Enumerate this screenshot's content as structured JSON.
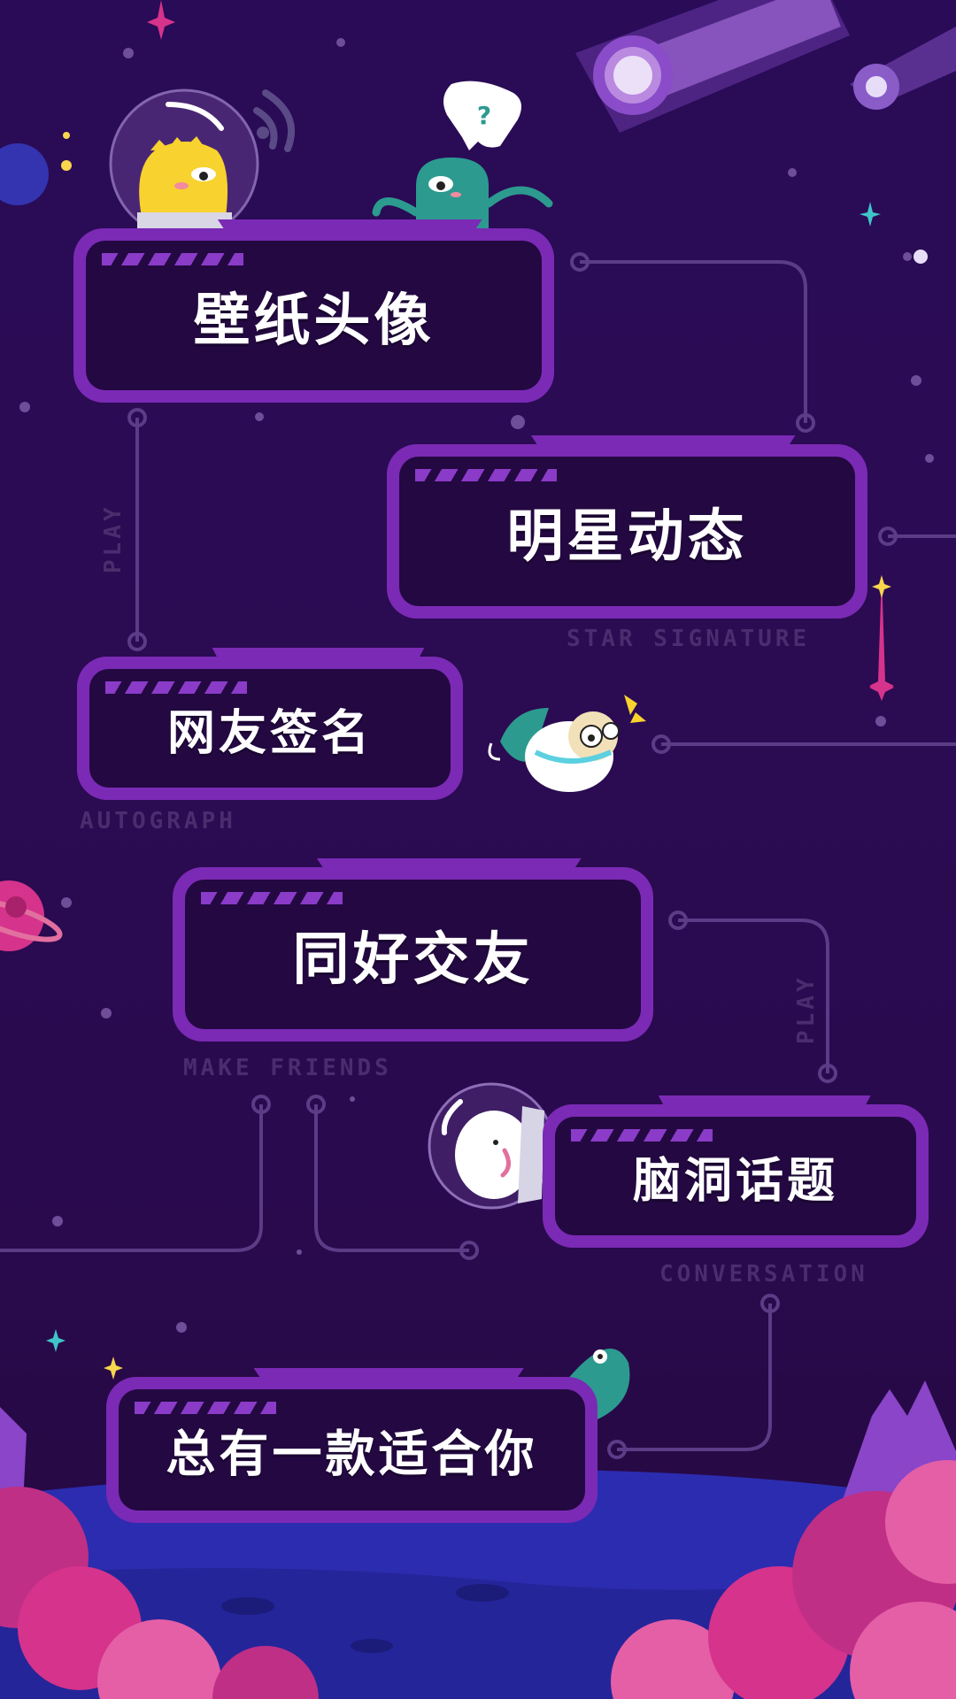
{
  "menu": [
    {
      "id": "wallpaper",
      "title": "壁纸头像",
      "caption": ""
    },
    {
      "id": "star",
      "title": "明星动态",
      "caption": "STAR SIGNATURE"
    },
    {
      "id": "autograph",
      "title": "网友签名",
      "caption": "AUTOGRAPH"
    },
    {
      "id": "friends",
      "title": "同好交友",
      "caption": "MAKE FRIENDS"
    },
    {
      "id": "conversation",
      "title": "脑洞话题",
      "caption": "CONVERSATION"
    }
  ],
  "footer_card": {
    "title": "总有一款适合你"
  },
  "side_labels": {
    "left_play": "PLAY",
    "right_play": "PLAY"
  },
  "speech_bubble": {
    "text": "?"
  },
  "colors": {
    "background": "#2a0b55",
    "card_border": "#7b2ab5",
    "card_fill": "#230842",
    "caption": "#4a2d6e",
    "circuit": "#5b3c86",
    "teal": "#2c9a8f",
    "pink": "#d6338c",
    "planet_blue": "#2a2aa8"
  },
  "icons": [
    "chick-astronaut-icon",
    "green-alien-icon",
    "question-bubble-icon",
    "sheep-astronaut-icon",
    "egg-astronaut-icon",
    "comet-icon",
    "planet-icon",
    "sparkle-icon"
  ]
}
